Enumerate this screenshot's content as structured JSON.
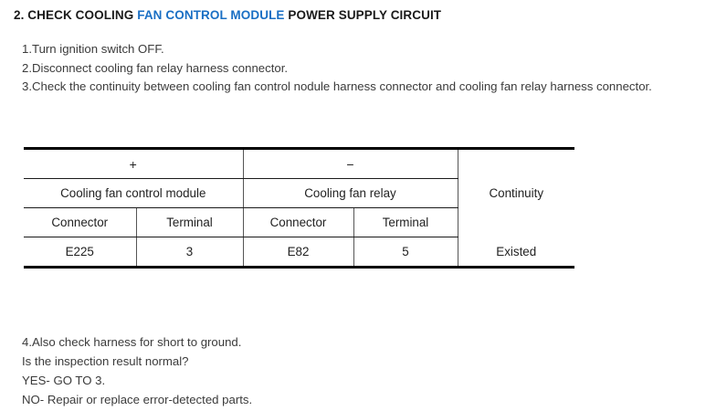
{
  "document": {
    "background_color": "#ffffff",
    "text_color": "#3b3b3b",
    "accent_color": "#1a6fc4"
  },
  "heading": {
    "prefix": "2. CHECK COOLING ",
    "highlight": "FAN CONTROL MODULE",
    "suffix": " POWER SUPPLY CIRCUIT"
  },
  "steps": [
    "1.Turn ignition switch OFF.",
    "2.Disconnect cooling fan relay harness connector.",
    "3.Check the continuity between cooling fan control nodule harness connector and cooling fan relay harness connector."
  ],
  "table": {
    "polarity": {
      "positive": "+",
      "negative": "−"
    },
    "groups": {
      "left": "Cooling fan control module",
      "right": "Cooling fan relay",
      "result": "Continuity"
    },
    "subheaders": {
      "left_connector": "Connector",
      "left_terminal": "Terminal",
      "right_connector": "Connector",
      "right_terminal": "Terminal"
    },
    "row": {
      "left_connector": "E225",
      "left_terminal": "3",
      "right_connector": "E82",
      "right_terminal": "5",
      "continuity": "Existed"
    }
  },
  "footer": [
    "4.Also check harness for short to ground.",
    "Is the inspection result normal?",
    "YES- GO TO 3.",
    "NO- Repair or replace error-detected parts."
  ]
}
